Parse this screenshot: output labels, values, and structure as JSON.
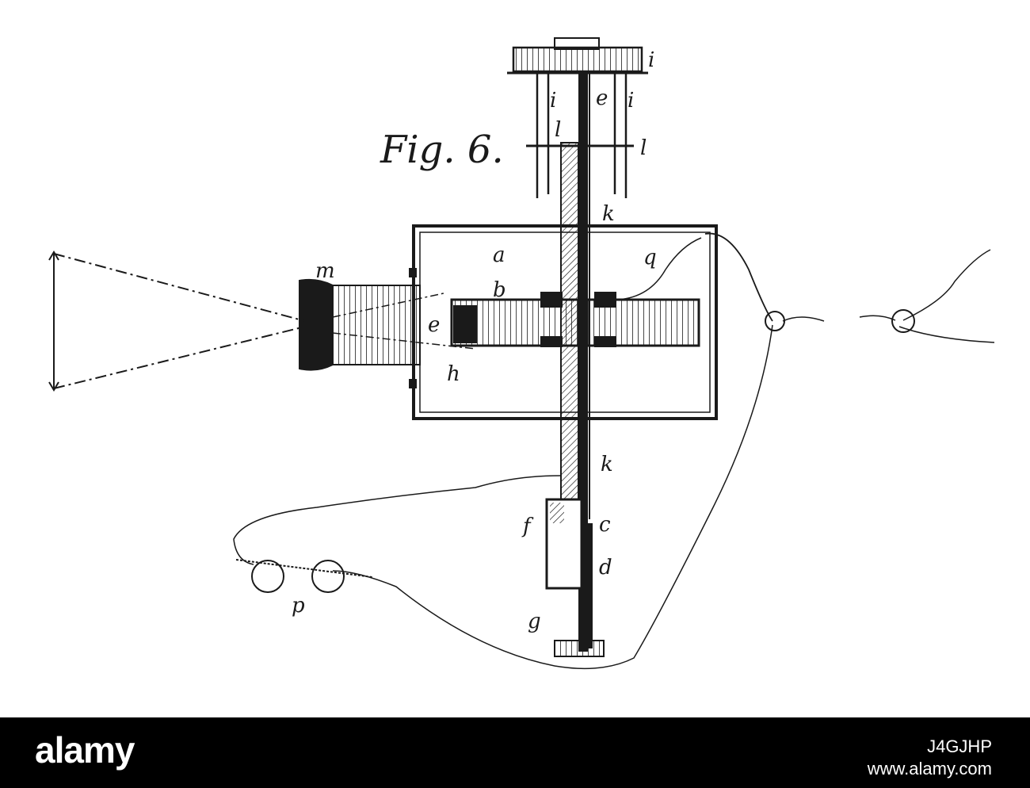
{
  "figure": {
    "title": "Fig. 6.",
    "labels": {
      "i_top": "i",
      "i_left": "i",
      "e_top": "e",
      "i_right": "i",
      "l_left": "l",
      "l_right": "l",
      "k_upper": "k",
      "a": "a",
      "q": "q",
      "m": "m",
      "b": "b",
      "e_lens": "e",
      "h": "h",
      "k_lower": "k",
      "f": "f",
      "c": "c",
      "d": "d",
      "g": "g",
      "p": "p"
    }
  },
  "watermark": {
    "logo": "alamy",
    "image_id": "J4GJHP",
    "url": "www.alamy.com"
  },
  "colors": {
    "ink": "#1a1a1a",
    "paper": "#ffffff",
    "bar": "#000000"
  }
}
